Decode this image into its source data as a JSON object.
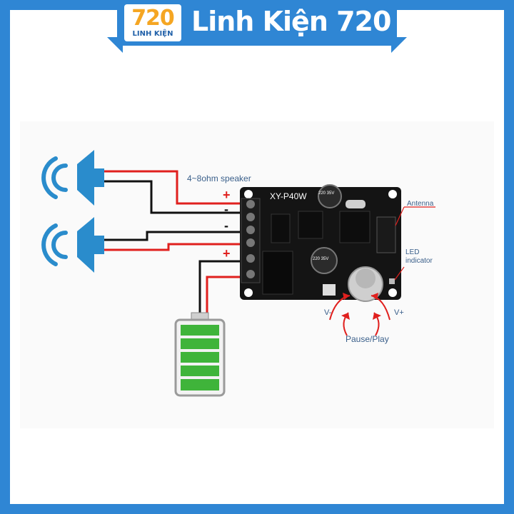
{
  "brand": {
    "logo_number": "720",
    "logo_subtitle": "LINH KIỆN",
    "title": "Linh Kiện 720"
  },
  "diagram": {
    "board_name": "XY-P40W",
    "speaker_label": "4~8ohm speaker",
    "terminal_signs": [
      "+",
      "-",
      "-",
      "+"
    ],
    "capacitor_text": [
      "220 35V",
      "220 35V"
    ],
    "antenna_label": "Antenna",
    "led_label_line1": "LED",
    "led_label_line2": "indicator",
    "v_minus_label": "V-",
    "v_plus_label": "V+",
    "pause_play_label": "Pause/Play"
  },
  "colors": {
    "brand_blue": "#2f86d4",
    "logo_orange": "#f5a623",
    "wire_red": "#e0201e",
    "wire_black": "#111111",
    "label_blue": "#3a5f8a",
    "battery_green": "#3fb43a"
  }
}
